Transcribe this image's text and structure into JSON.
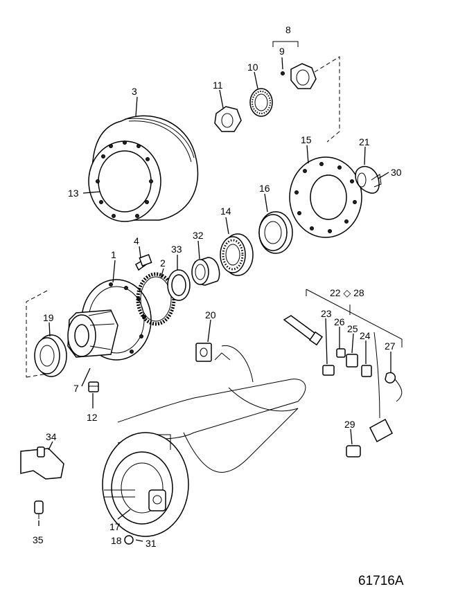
{
  "diagram": {
    "figure_number": "61716A",
    "callouts": {
      "c1": "1",
      "c2": "2",
      "c3": "3",
      "c4": "4",
      "c7": "7",
      "c8": "8",
      "c9": "9",
      "c10": "10",
      "c11": "11",
      "c12": "12",
      "c13": "13",
      "c14": "14",
      "c15": "15",
      "c16": "16",
      "c17": "17",
      "c18": "18",
      "c19": "19",
      "c20": "20",
      "c21": "21",
      "c22_28": "22 ◇ 28",
      "c23": "23",
      "c24": "24",
      "c25": "25",
      "c26": "26",
      "c27": "27",
      "c29": "29",
      "c30": "30",
      "c31": "31",
      "c32": "32",
      "c33": "33",
      "c34": "34",
      "c35": "35"
    }
  }
}
